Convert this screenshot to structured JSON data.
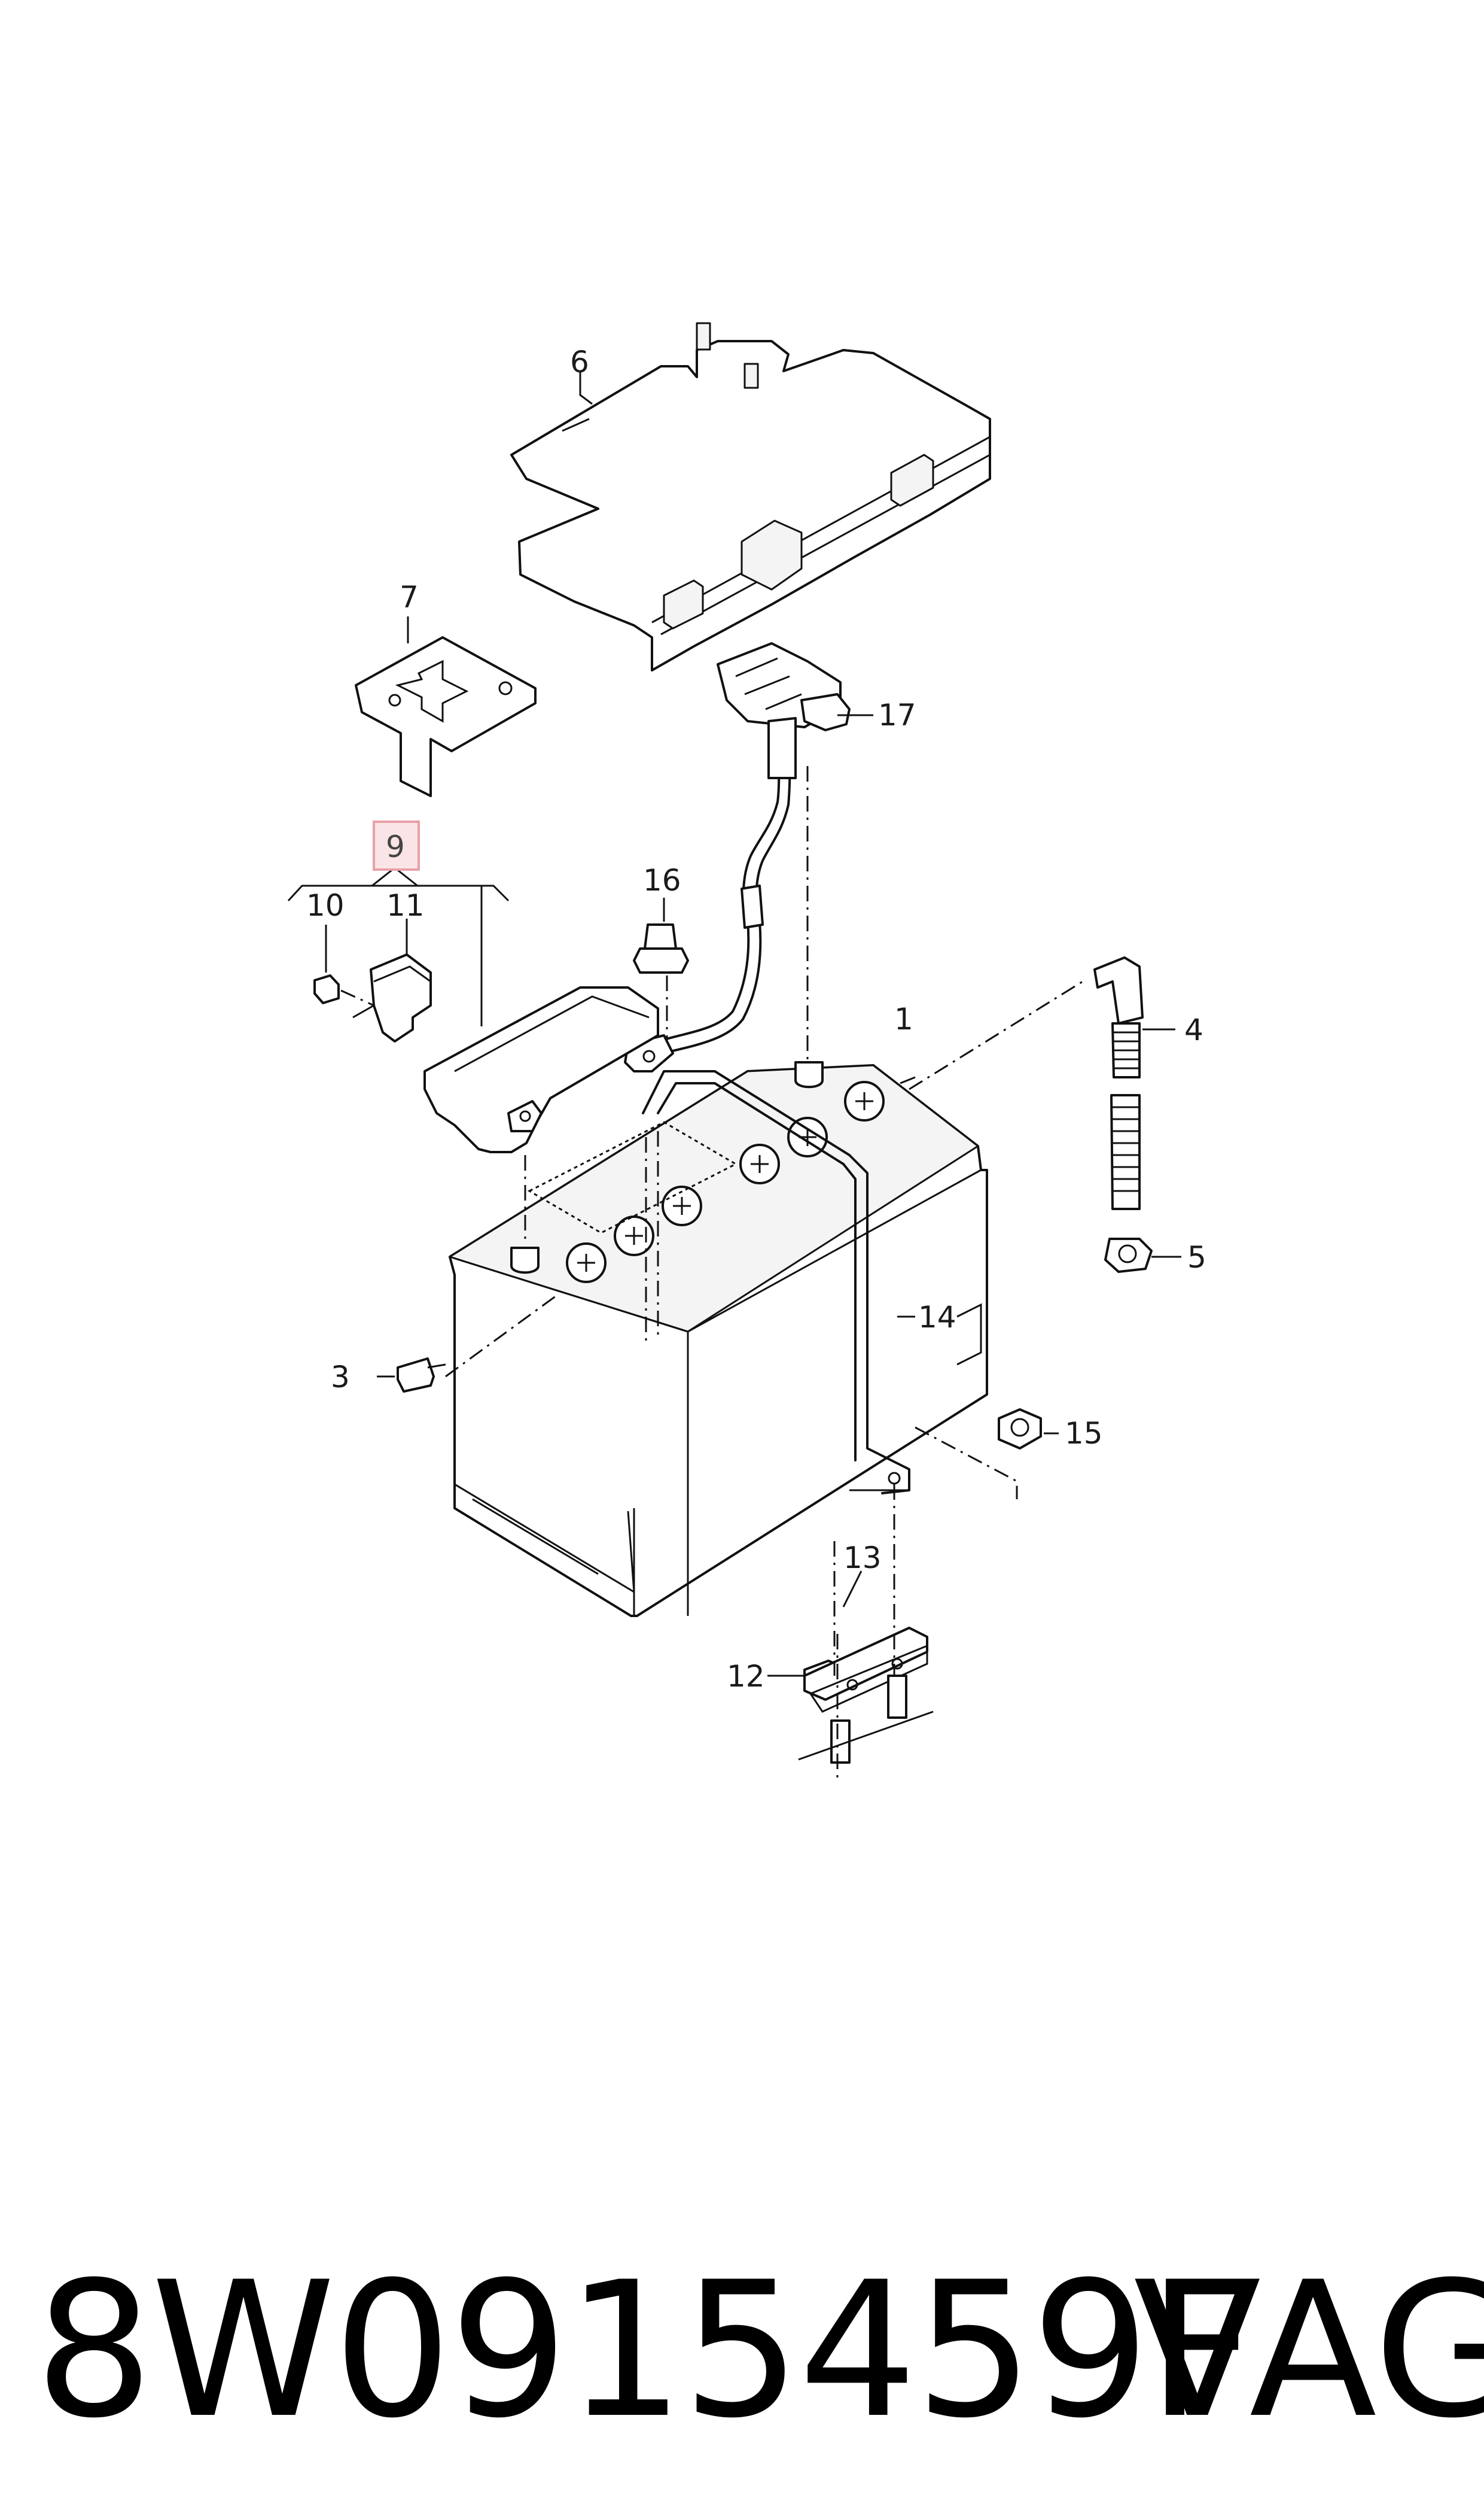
{
  "diagram": {
    "callouts": [
      {
        "id": "c1",
        "label": "1"
      },
      {
        "id": "c3",
        "label": "3"
      },
      {
        "id": "c4",
        "label": "4"
      },
      {
        "id": "c5",
        "label": "5"
      },
      {
        "id": "c6",
        "label": "6"
      },
      {
        "id": "c7",
        "label": "7"
      },
      {
        "id": "c9",
        "label": "9",
        "highlighted": true
      },
      {
        "id": "c10",
        "label": "10"
      },
      {
        "id": "c11",
        "label": "11"
      },
      {
        "id": "c12",
        "label": "12"
      },
      {
        "id": "c13",
        "label": "13"
      },
      {
        "id": "c14",
        "label": "14"
      },
      {
        "id": "c15",
        "label": "15"
      },
      {
        "id": "c16",
        "label": "16"
      },
      {
        "id": "c17",
        "label": "17"
      }
    ],
    "highlight_color": "#e8a0a8"
  },
  "footer": {
    "part_number": "8W0915459F",
    "brand": "VAG"
  }
}
